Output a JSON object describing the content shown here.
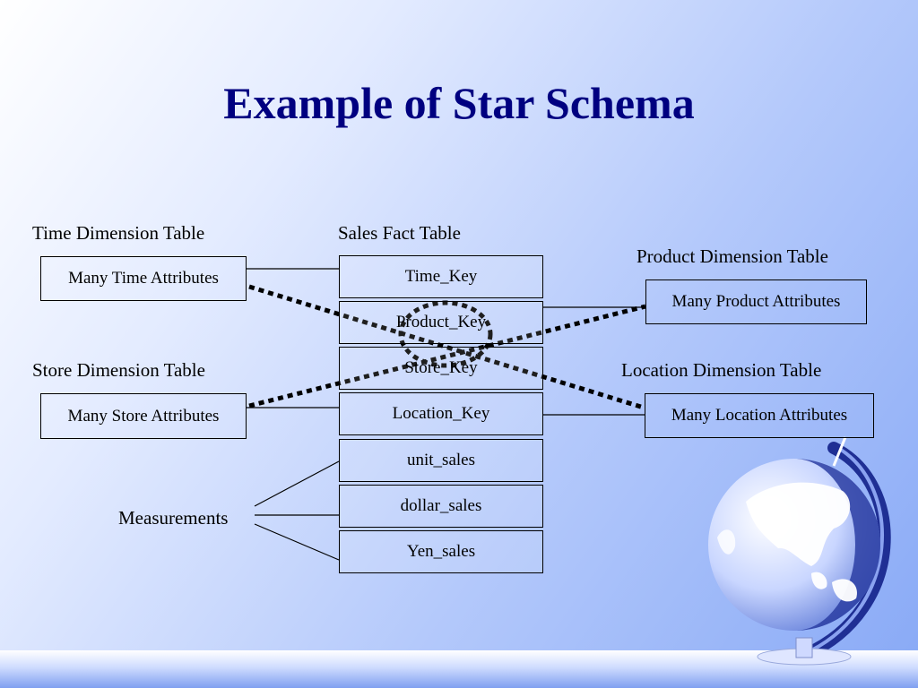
{
  "slide": {
    "title": "Example of Star Schema"
  },
  "labels": {
    "time_dimension": "Time Dimension Table",
    "sales_fact": "Sales Fact Table",
    "product_dimension": "Product Dimension Table",
    "store_dimension": "Store Dimension Table",
    "location_dimension": "Location Dimension Table",
    "measurements": "Measurements"
  },
  "dimension_boxes": {
    "time": "Many Time Attributes",
    "store": "Many Store Attributes",
    "product": "Many Product Attributes",
    "location": "Many Location Attributes"
  },
  "fact_table": {
    "rows": [
      "Time_Key",
      "Product_Key",
      "Store_Key",
      "Location_Key",
      "unit_sales",
      "dollar_sales",
      "Yen_sales"
    ]
  },
  "colors": {
    "title": "#000080",
    "globe_dark": "#1f2f94",
    "globe_light": "#ffffff"
  },
  "icons": {
    "globe": "globe-icon"
  }
}
